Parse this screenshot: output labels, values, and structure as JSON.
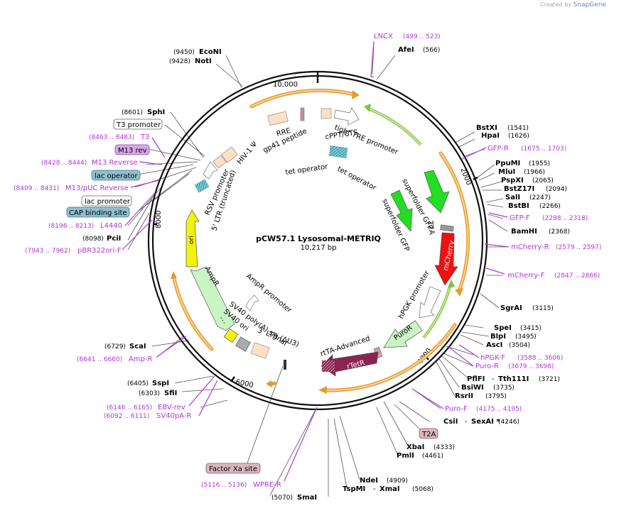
{
  "header": {
    "created_by": "Created by",
    "brand": "SnapGene"
  },
  "plasmid": {
    "name": "pCW57.1 Lysosomal-METRIQ",
    "size": "10,217 bp"
  },
  "ring_ticks": [
    "2000",
    "4000",
    "6000",
    "8000",
    "10,000"
  ],
  "colors": {
    "backbone": "#111111",
    "primer": "#b236d8",
    "orange_arrow": "#e89b2a",
    "green_arrow": "#7ec13a",
    "gfp": "#22dd22",
    "mcherry": "#ee1111",
    "rtetr": "#8b2450",
    "ori": "#f2f20a",
    "ampr": "#c9f5c4",
    "tre_box": "#4aa8b8",
    "lac_box": "#8fbfcf",
    "m13_box": "#d9a6e8",
    "t2a_box": "#dcb5bd"
  },
  "features": [
    {
      "label": "HIV-1 Ψ"
    },
    {
      "label": "RRE"
    },
    {
      "label": "gp41 peptide"
    },
    {
      "label": "cPPT/CTS"
    },
    {
      "label": "tight TRE promoter"
    },
    {
      "label": "tet operator"
    },
    {
      "label": "tet operator"
    },
    {
      "label": "superfolder GFP"
    },
    {
      "label": "superfolder GFP"
    },
    {
      "label": "T2A"
    },
    {
      "label": "mCherry"
    },
    {
      "label": "hPGK promoter"
    },
    {
      "label": "PuroR"
    },
    {
      "label": "rtTA-Advanced"
    },
    {
      "label": "rTetR"
    },
    {
      "label": "3' LTR (ΔU3)"
    },
    {
      "label": "SV40 poly(A) signal"
    },
    {
      "label": "SV40 ori"
    },
    {
      "label": "AmpR promoter"
    },
    {
      "label": "AmpR"
    },
    {
      "label": "ori"
    },
    {
      "label": "5' LTR (truncated)"
    },
    {
      "label": "RSV promoter"
    }
  ],
  "enzymes": [
    {
      "name": "AfeI",
      "pos": "(566)"
    },
    {
      "name": "BstXI",
      "pos": "(1541)"
    },
    {
      "name": "HpaI",
      "pos": "(1626)"
    },
    {
      "name": "PpuMI",
      "pos": "(1955)"
    },
    {
      "name": "MluI",
      "pos": "(1966)"
    },
    {
      "name": "PspXI",
      "pos": "(2065)"
    },
    {
      "name": "BstZ17I",
      "pos": "(2094)"
    },
    {
      "name": "SalI",
      "pos": "(2247)"
    },
    {
      "name": "BstBI",
      "pos": "(2266)"
    },
    {
      "name": "BamHI",
      "pos": "(2368)"
    },
    {
      "name": "SgrAI",
      "pos": "(3115)"
    },
    {
      "name": "SpeI",
      "pos": "(3415)"
    },
    {
      "name": "BlpI",
      "pos": "(3495)"
    },
    {
      "name": "AscI",
      "pos": "(3504)"
    },
    {
      "name": "PflFI",
      "name2": "Tth111I",
      "pos": "(3721)"
    },
    {
      "name": "BsiWI",
      "pos": "(3735)"
    },
    {
      "name": "RsrII",
      "pos": "(3795)"
    },
    {
      "name": "CsiI",
      "name2": "SexAI *",
      "pos": "(4246)"
    },
    {
      "name": "XbaI",
      "pos": "(4333)"
    },
    {
      "name": "PmlI",
      "pos": "(4461)"
    },
    {
      "name": "NdeI",
      "pos": "(4909)"
    },
    {
      "name": "TspMI",
      "name2": "XmaI",
      "pos": "(5068)"
    },
    {
      "name": "SmaI",
      "pos": "(5070)"
    },
    {
      "name": "ScaI",
      "pos": "(6729)"
    },
    {
      "name": "SspI",
      "pos": "(6405)"
    },
    {
      "name": "SfiI",
      "pos": "(6303)"
    },
    {
      "name": "PciI",
      "pos": "(8098)"
    },
    {
      "name": "SphI",
      "pos": "(8601)"
    },
    {
      "name": "EcoNI",
      "pos": "(9450)"
    },
    {
      "name": "NotI",
      "pos": "(9428)"
    }
  ],
  "primers": [
    {
      "name": "LNCX",
      "pos": "(499 .. 523)"
    },
    {
      "name": "GFP-R",
      "pos": "(1675 .. 1703)"
    },
    {
      "name": "GFP-F",
      "pos": "(2298 .. 2318)"
    },
    {
      "name": "mCherry-R",
      "pos": "(2579 .. 2597)"
    },
    {
      "name": "mCherry-F",
      "pos": "(2847 .. 2866)"
    },
    {
      "name": "hPGK-F",
      "pos": "(3588 .. 3606)"
    },
    {
      "name": "Puro-R",
      "pos": "(3679 .. 3698)"
    },
    {
      "name": "Puro-F",
      "pos": "(4175 .. 4195)"
    },
    {
      "name": "WPRE-R",
      "pos": "(5116 .. 5136)"
    },
    {
      "name": "EBV-rev",
      "pos": "(6146 .. 6165)"
    },
    {
      "name": "SV40pA-R",
      "pos": "(6092 .. 6111)"
    },
    {
      "name": "Amp-R",
      "pos": "(6641 .. 6660)"
    },
    {
      "name": "pBR322ori-F",
      "pos": "(7943 .. 7962)"
    },
    {
      "name": "L4440",
      "pos": "(8196 .. 8213)"
    },
    {
      "name": "M13/pUC Reverse",
      "pos": "(8409 .. 8431)"
    },
    {
      "name": "M13 Reverse",
      "pos": "(8428 .. 8444)"
    },
    {
      "name": "T3",
      "pos": "(8463 .. 8483)"
    }
  ],
  "boxed_labels": {
    "t3_promoter": "T3 promoter",
    "m13_rev": "M13 rev",
    "lac_operator": "lac operator",
    "lac_promoter": "lac promoter",
    "cap_site": "CAP binding site",
    "t2a": "T2A",
    "factor_xa": "Factor Xa site"
  }
}
